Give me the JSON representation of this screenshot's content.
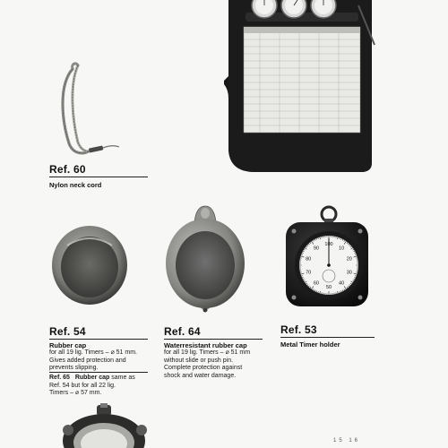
{
  "products": [
    {
      "ref": "Ref. 60",
      "title": "Nylon neck cord",
      "desc": []
    },
    {
      "ref": "Ref. 54",
      "title": "Rubber cap",
      "desc": [
        "for all 19 lig. Timers – ⌀ 51 mm.",
        "Gives added protection and",
        "prevents slipping."
      ],
      "extra_ref": "Ref. 65",
      "extra_title": "Rubber cap",
      "extra_desc": [
        " same as",
        "Ref. 54 but for all 22 lig.",
        "Timers – ⌀ 57 mm."
      ]
    },
    {
      "ref": "Ref. 64",
      "title": "Waterresistant rubber cap",
      "desc": [
        "for all 19 lig. Timers – ⌀ 51 mm",
        "without slide or push pin.",
        "Complete protection against",
        "shock and water damage."
      ]
    },
    {
      "ref": "Ref. 53",
      "title": "Metal Timer holder",
      "desc": []
    }
  ],
  "dial_numbers": [
    "100",
    "10",
    "20",
    "30",
    "40",
    "50",
    "60",
    "70",
    "80",
    "90"
  ],
  "page_number": "15  16"
}
